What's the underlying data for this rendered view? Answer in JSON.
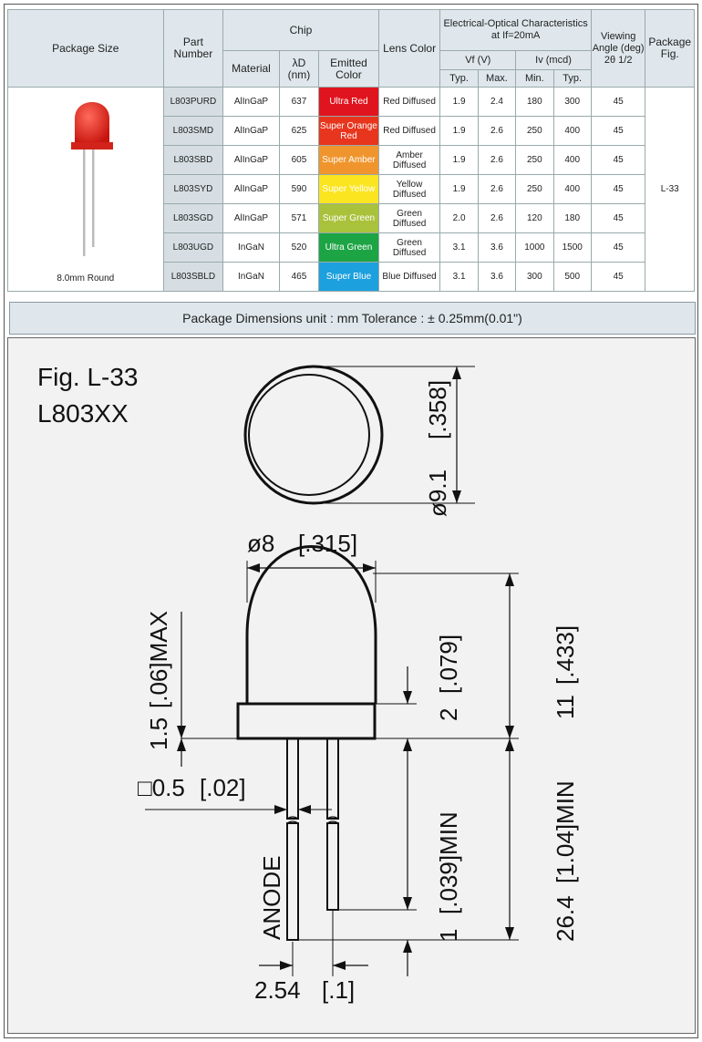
{
  "table": {
    "headers": {
      "package_size": "Package Size",
      "part_number": "Part Number",
      "chip": "Chip",
      "material": "Material",
      "lambda": "λD (nm)",
      "emitted": "Emitted Color",
      "lens": "Lens Color",
      "eo": "Electrical-Optical Characteristics at If=20mA",
      "vf": "Vf (V)",
      "iv": "Iv (mcd)",
      "typ": "Typ.",
      "max": "Max.",
      "min": "Min.",
      "typ2": "Typ.",
      "angle": "Viewing Angle (deg) 2θ 1/2",
      "fig": "Package Fig."
    },
    "package_label": "8.0mm Round",
    "package_fig": "L-33",
    "rows": [
      {
        "part": "L803PURD",
        "material": "AlInGaP",
        "lambda": "637",
        "color": "Ultra Red",
        "color_hex": "#e0141e",
        "text_hex": "#ffffff",
        "lens": "Red Diffused",
        "vf_typ": "1.9",
        "vf_max": "2.4",
        "iv_min": "180",
        "iv_typ": "300",
        "angle": "45"
      },
      {
        "part": "L803SMD",
        "material": "AlInGaP",
        "lambda": "625",
        "color": "Super Orange Red",
        "color_hex": "#e8361e",
        "text_hex": "#ffffff",
        "lens": "Red Diffused",
        "vf_typ": "1.9",
        "vf_max": "2.6",
        "iv_min": "250",
        "iv_typ": "400",
        "angle": "45"
      },
      {
        "part": "L803SBD",
        "material": "AlInGaP",
        "lambda": "605",
        "color": "Super Amber",
        "color_hex": "#f0952e",
        "text_hex": "#ffffff",
        "lens": "Amber Diffused",
        "vf_typ": "1.9",
        "vf_max": "2.6",
        "iv_min": "250",
        "iv_typ": "400",
        "angle": "45"
      },
      {
        "part": "L803SYD",
        "material": "AlInGaP",
        "lambda": "590",
        "color": "Super Yellow",
        "color_hex": "#fbe520",
        "text_hex": "#ffffff",
        "lens": "Yellow Diffused",
        "vf_typ": "1.9",
        "vf_max": "2.6",
        "iv_min": "250",
        "iv_typ": "400",
        "angle": "45"
      },
      {
        "part": "L803SGD",
        "material": "AlInGaP",
        "lambda": "571",
        "color": "Super Green",
        "color_hex": "#a9c23c",
        "text_hex": "#ffffff",
        "lens": "Green Diffused",
        "vf_typ": "2.0",
        "vf_max": "2.6",
        "iv_min": "120",
        "iv_typ": "180",
        "angle": "45"
      },
      {
        "part": "L803UGD",
        "material": "InGaN",
        "lambda": "520",
        "color": "Ultra Green",
        "color_hex": "#1da445",
        "text_hex": "#ffffff",
        "lens": "Green Diffused",
        "vf_typ": "3.1",
        "vf_max": "3.6",
        "iv_min": "1000",
        "iv_typ": "1500",
        "angle": "45"
      },
      {
        "part": "L803SBLD",
        "material": "InGaN",
        "lambda": "465",
        "color": "Super Blue",
        "color_hex": "#1ca0de",
        "text_hex": "#ffffff",
        "lens": "Blue Diffused",
        "vf_typ": "3.1",
        "vf_max": "3.6",
        "iv_min": "300",
        "iv_typ": "500",
        "angle": "45"
      }
    ]
  },
  "dimensions_bar": "Package Dimensions   unit : mm  Tolerance : ± 0.25mm(0.01\")",
  "drawing": {
    "fig_title": "Fig. L-33",
    "part_series": "L803XX",
    "dim_diameter_top": "ø9.1",
    "dim_diameter_top_in": "[.358]",
    "dim_diameter_side": "ø8",
    "dim_diameter_side_in": "[.315]",
    "dim_flange_max": "1.5",
    "dim_flange_max_in": "[.06]MAX",
    "dim_lead_square": "□0.5",
    "dim_lead_square_in": "[.02]",
    "dim_flange_h": "2",
    "dim_flange_h_in": "[.079]",
    "dim_body_h": "11",
    "dim_body_h_in": "[.433]",
    "dim_lead_gap": "1",
    "dim_lead_gap_in": "[.039]MIN",
    "dim_lead_len": "26.4",
    "dim_lead_len_in": "[1.04]MIN",
    "dim_pitch": "2.54",
    "dim_pitch_in": "[.1]",
    "anode_label": "ANODE"
  }
}
